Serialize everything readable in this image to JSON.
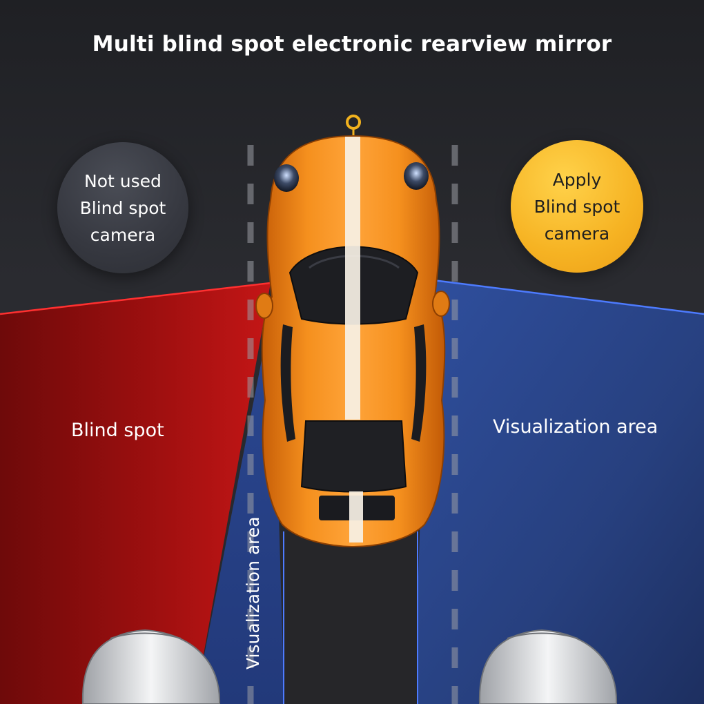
{
  "title": "Multi blind spot electronic rearview mirror",
  "left_bubble": {
    "lines": [
      "Not used",
      "Blind spot",
      "camera"
    ]
  },
  "right_bubble": {
    "lines": [
      "Apply",
      "Blind spot",
      "camera"
    ]
  },
  "zones": {
    "blind_spot": "Blind spot",
    "visualization_right": "Visualization area",
    "visualization_vertical": "Visualization area"
  },
  "colors": {
    "background": "#26272b",
    "blind_spot_zone": "#b01010",
    "visualization_zone": "#2f4f9e",
    "car_body": "#f08a1c",
    "camera_marker": "#f2b21e",
    "apply_bubble": "#f6b323",
    "not_used_bubble": "#3a3c44"
  }
}
